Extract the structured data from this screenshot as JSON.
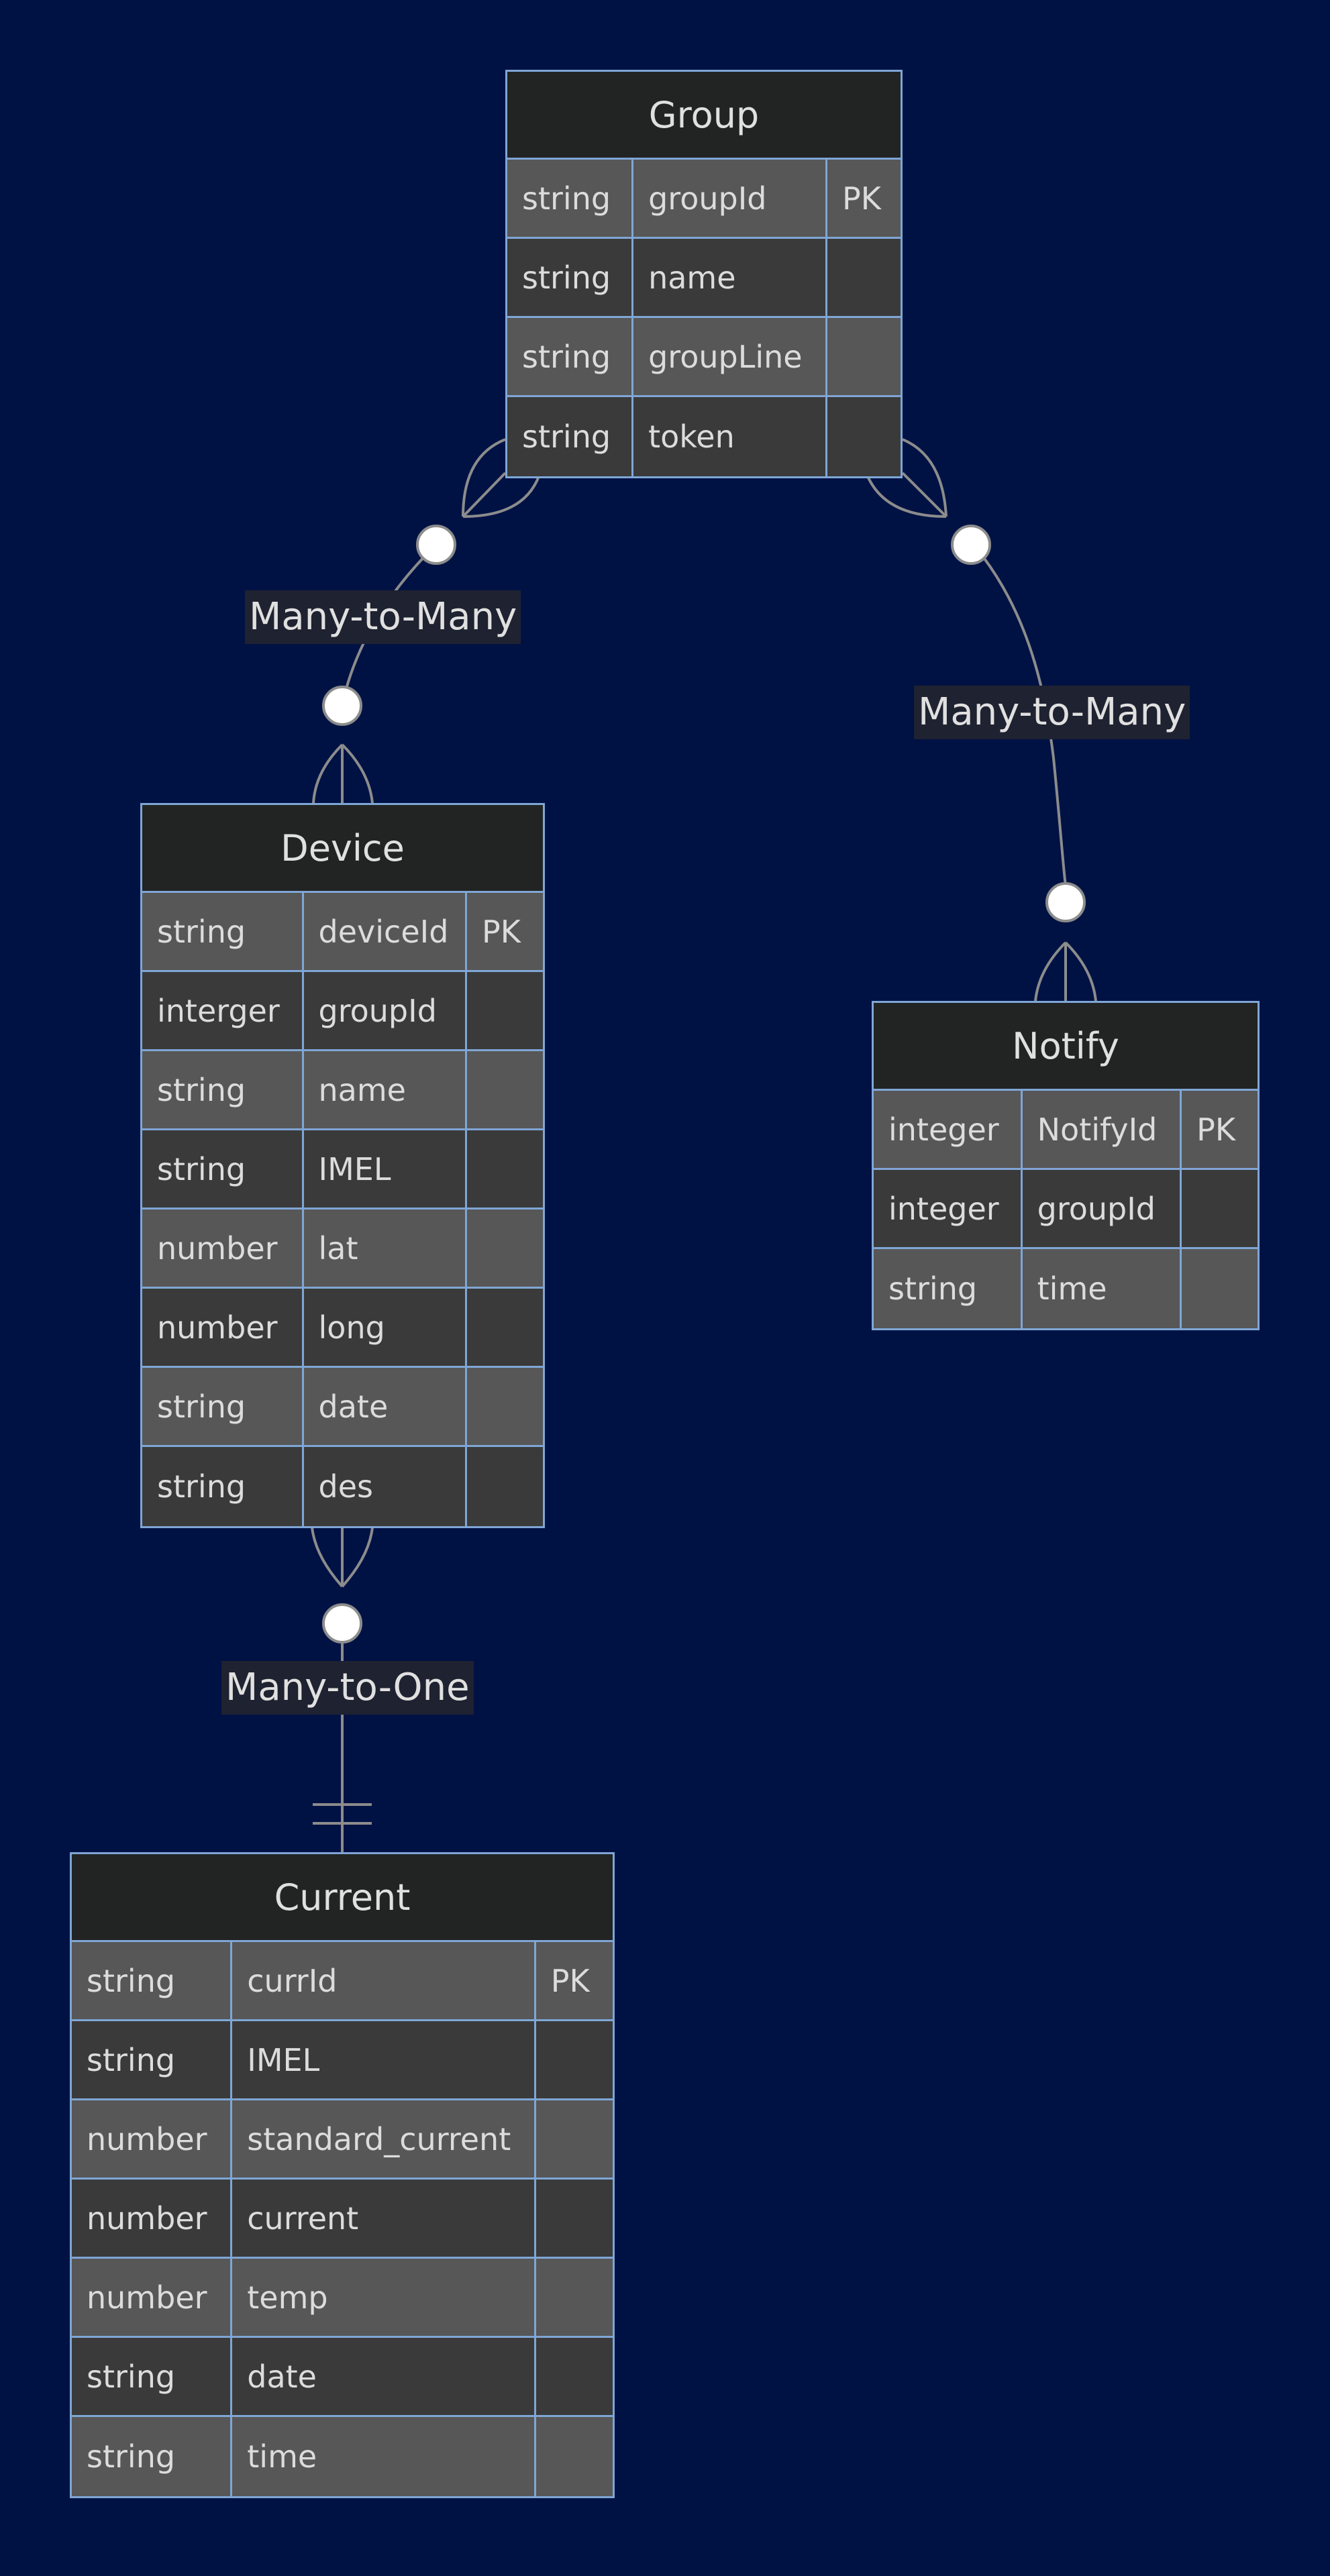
{
  "colors": {
    "background": "#001244",
    "entity_border": "#7fa6d6",
    "header_bg": "#222423",
    "row_light": "#575757",
    "row_dark": "#3a3a3a",
    "line": "#8c8c8c",
    "text": "#dcdcdc"
  },
  "entities": [
    {
      "id": "group",
      "name": "Group",
      "attributes": [
        {
          "type": "string",
          "name": "groupId",
          "key": "PK"
        },
        {
          "type": "string",
          "name": "name",
          "key": ""
        },
        {
          "type": "string",
          "name": "groupLine",
          "key": ""
        },
        {
          "type": "string",
          "name": "token",
          "key": ""
        }
      ]
    },
    {
      "id": "device",
      "name": "Device",
      "attributes": [
        {
          "type": "string",
          "name": "deviceId",
          "key": "PK"
        },
        {
          "type": "interger",
          "name": "groupId",
          "key": ""
        },
        {
          "type": "string",
          "name": "name",
          "key": ""
        },
        {
          "type": "string",
          "name": "IMEL",
          "key": ""
        },
        {
          "type": "number",
          "name": "lat",
          "key": ""
        },
        {
          "type": "number",
          "name": "long",
          "key": ""
        },
        {
          "type": "string",
          "name": "date",
          "key": ""
        },
        {
          "type": "string",
          "name": "des",
          "key": ""
        }
      ]
    },
    {
      "id": "notify",
      "name": "Notify",
      "attributes": [
        {
          "type": "integer",
          "name": "NotifyId",
          "key": "PK"
        },
        {
          "type": "integer",
          "name": "groupId",
          "key": ""
        },
        {
          "type": "string",
          "name": "time",
          "key": ""
        }
      ]
    },
    {
      "id": "current",
      "name": "Current",
      "attributes": [
        {
          "type": "string",
          "name": "currId",
          "key": "PK"
        },
        {
          "type": "string",
          "name": "IMEL",
          "key": ""
        },
        {
          "type": "number",
          "name": "standard_current",
          "key": ""
        },
        {
          "type": "number",
          "name": "current",
          "key": ""
        },
        {
          "type": "number",
          "name": "temp",
          "key": ""
        },
        {
          "type": "string",
          "name": "date",
          "key": ""
        },
        {
          "type": "string",
          "name": "time",
          "key": ""
        }
      ]
    }
  ],
  "relationships": [
    {
      "from": "Group",
      "to": "Device",
      "label": "Many-to-Many"
    },
    {
      "from": "Group",
      "to": "Notify",
      "label": "Many-to-Many"
    },
    {
      "from": "Device",
      "to": "Current",
      "label": "Many-to-One"
    }
  ]
}
